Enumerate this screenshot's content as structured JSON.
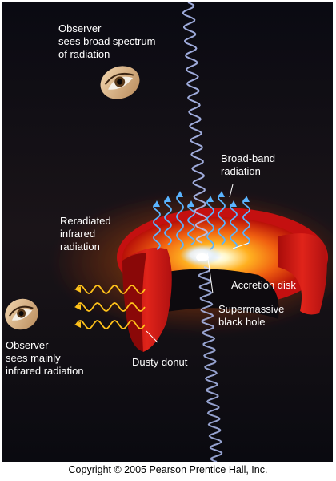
{
  "labels": {
    "observer_top": "Observer\nsees broad spectrum\nof radiation",
    "broadband": "Broad-band\nradiation",
    "reradiated": "Reradiated\ninfrared\nradiation",
    "accretion_disk": "Accretion disk",
    "black_hole": "Supermassive\nblack hole",
    "observer_bottom": "Observer\nsees mainly\ninfrared radiation",
    "dusty_donut": "Dusty donut"
  },
  "credit": "Copyright © 2005 Pearson Prentice Hall, Inc.",
  "colors": {
    "background": "#000000",
    "jet": "#b8c8ff",
    "broadband_waves": "#5ab4ff",
    "infrared_waves": "#ffc21a",
    "torus_outer": "#c41010",
    "disk_core": "#ffffff"
  }
}
